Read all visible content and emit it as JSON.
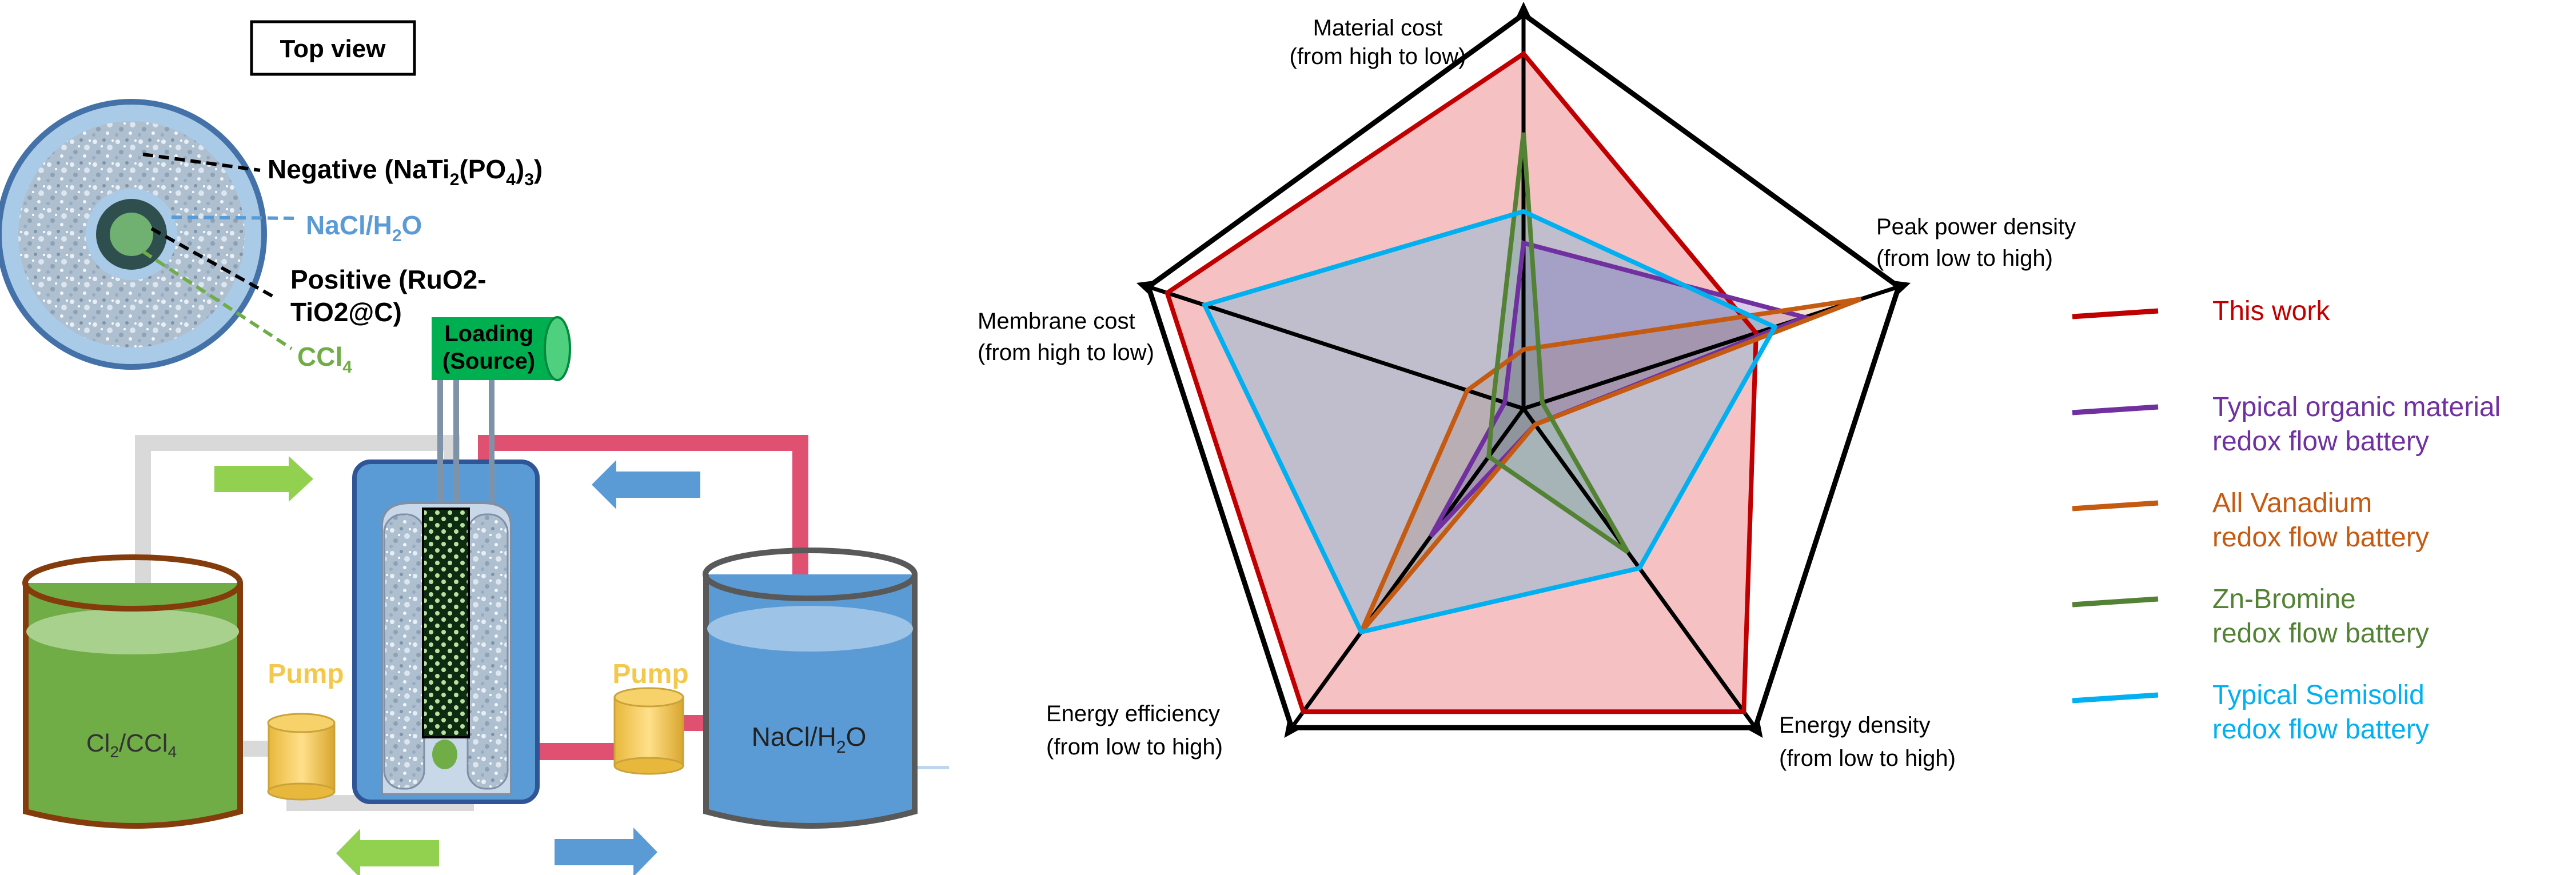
{
  "schematic": {
    "top_view": "Top view",
    "negative": {
      "main": "Negative (NaTi",
      "sub1": "2",
      "mid": "(PO",
      "sub2": "4",
      "close1": ")",
      "sub3": "3",
      "close2": ")"
    },
    "electrolyte_ring": {
      "main": "NaCl/H",
      "sub": "2",
      "end": "O"
    },
    "positive_line1": "Positive (RuO2-",
    "positive_line2": "TiO2@C)",
    "ccl4": {
      "main": "CCl",
      "sub": "4"
    },
    "loading_line1": "Loading",
    "loading_line2": "(Source)",
    "pump_left": "Pump",
    "pump_right": "Pump",
    "left_tank": {
      "a": "Cl",
      "sub1": "2",
      "b": "/CCl",
      "sub2": "4"
    },
    "right_tank": {
      "main": "NaCl/H",
      "sub": "2",
      "end": "O"
    },
    "colors": {
      "blue_fill": "#5b9bd5",
      "green_fill": "#70ad47",
      "red_pipe": "#e05070",
      "grey_pipe": "#d9d9d9",
      "pump_yellow": "#f2c94c",
      "brown_rim": "#843c0c",
      "green_label": "#00b050"
    }
  },
  "radar": {
    "axes": [
      {
        "line1": "Material cost",
        "line2": "(from high to low)"
      },
      {
        "line1": "Peak power density",
        "line2": "(from low to high)"
      },
      {
        "line1": "Energy density",
        "line2": "(from low to high)"
      },
      {
        "line1": "Energy efficiency",
        "line2": "(from low to high)"
      },
      {
        "line1": "Membrane cost",
        "line2": "(from high to low)"
      }
    ]
  },
  "chart_data": {
    "type": "radar",
    "axes": [
      "Material cost (from high to low)",
      "Peak power density (from low to high)",
      "Energy density (from low to high)",
      "Energy efficiency (from low to high)",
      "Membrane cost (from high to low)"
    ],
    "range": [
      0,
      1
    ],
    "legend_position": "right",
    "series": [
      {
        "name": "This work",
        "color": "#c00000",
        "values": [
          0.9,
          0.62,
          0.95,
          0.95,
          0.95
        ],
        "fill": "#f4b6b9"
      },
      {
        "name": "Typical organic material redox flow battery",
        "color": "#7030a0",
        "values": [
          0.42,
          0.75,
          0.05,
          0.4,
          0.05
        ]
      },
      {
        "name": "All Vanadium redox flow battery",
        "color": "#c55a11",
        "values": [
          0.15,
          0.9,
          0.05,
          0.7,
          0.15
        ]
      },
      {
        "name": "Zn-Bromine redox flow battery",
        "color": "#548235",
        "values": [
          0.7,
          0.05,
          0.45,
          0.15,
          0.08
        ]
      },
      {
        "name": "Typical Semisolid redox flow battery",
        "color": "#00b0f0",
        "values": [
          0.5,
          0.67,
          0.5,
          0.7,
          0.85
        ]
      }
    ],
    "legend": [
      {
        "line1": "This work",
        "line2": ""
      },
      {
        "line1": "Typical organic material",
        "line2": "redox flow battery"
      },
      {
        "line1": "All Vanadium",
        "line2": "redox flow battery"
      },
      {
        "line1": "Zn-Bromine",
        "line2": "redox flow battery"
      },
      {
        "line1": "Typical Semisolid",
        "line2": "redox flow battery"
      }
    ]
  }
}
